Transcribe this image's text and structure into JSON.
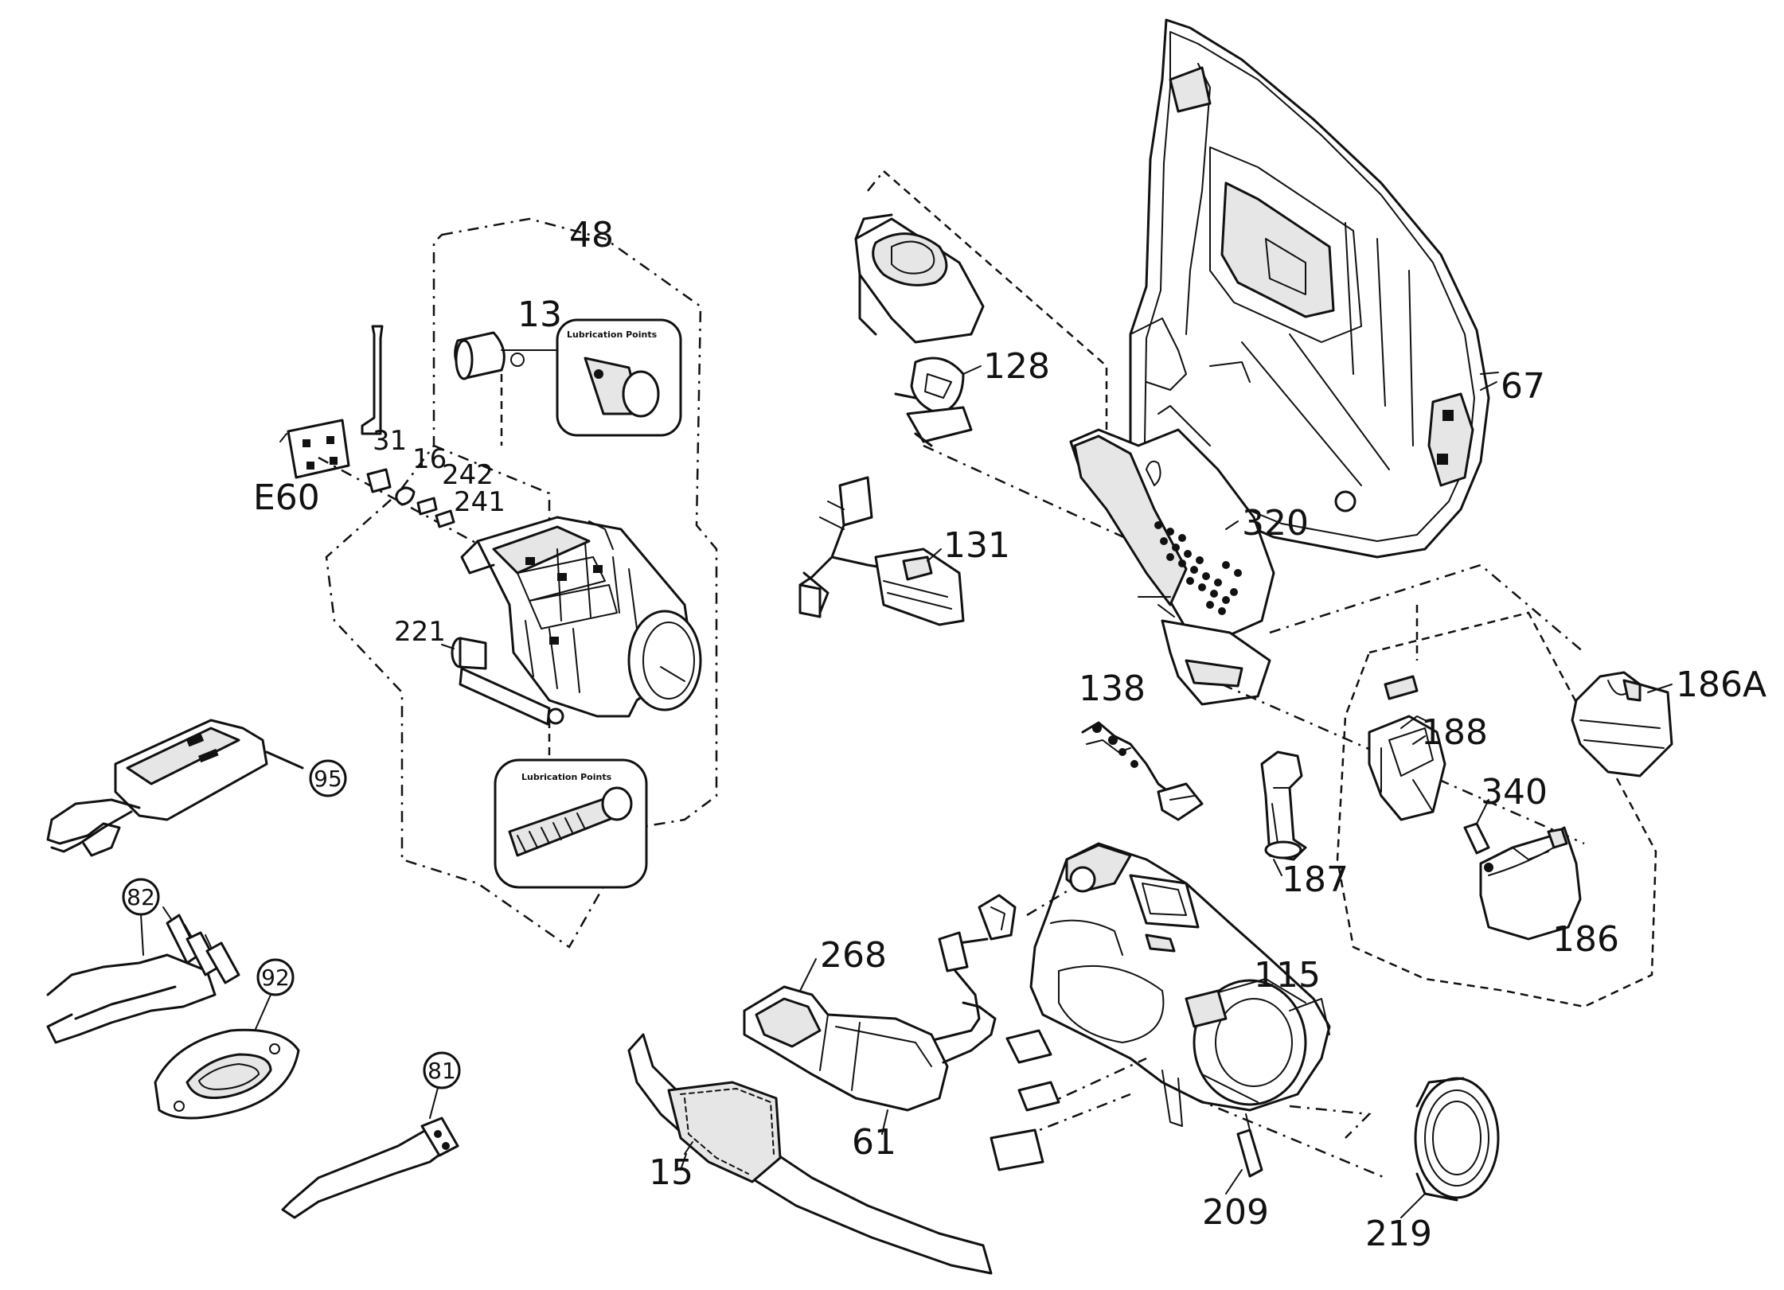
{
  "labels": {
    "p48": "48",
    "p13": "13",
    "p128": "128",
    "p67": "67",
    "pE60": "E60",
    "p31": "31",
    "p16": "16",
    "p242": "242",
    "p241": "241",
    "p131": "131",
    "p320": "320",
    "p221": "221",
    "p138": "138",
    "p186A": "186A",
    "p188": "188",
    "p340": "340",
    "p187": "187",
    "p186": "186",
    "p95": "95",
    "p82": "82",
    "p92": "92",
    "p81": "81",
    "p268": "268",
    "p115": "115",
    "p61": "61",
    "p15": "15",
    "p209": "209",
    "p219": "219"
  },
  "callouts": {
    "lubrication_1": "Lubrication Points",
    "lubrication_2": "Lubrication Points"
  }
}
